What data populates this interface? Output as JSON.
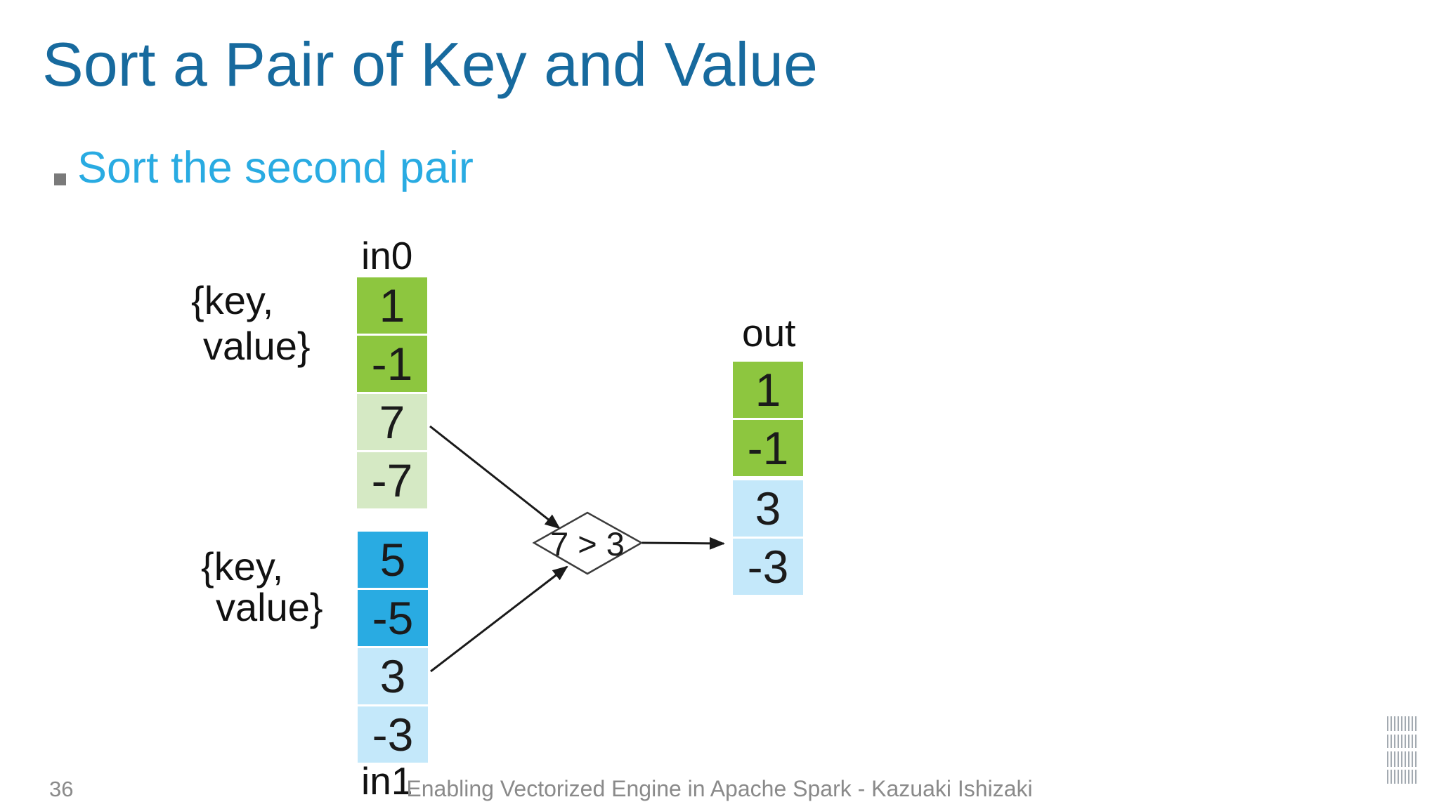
{
  "slide": {
    "title": "Sort a Pair of Key and Value",
    "bullet": "Sort the second pair",
    "page_number": "36",
    "footer": "Enabling Vectorized Engine in Apache Spark - Kazuaki Ishizaki",
    "logo_icon": "ibm-logo",
    "bullet_marker_icon": "square-bullet-icon"
  },
  "diagram": {
    "in0": {
      "label": "in0",
      "pair_label": [
        "{key,",
        "value}"
      ],
      "cells": [
        {
          "value": "1",
          "tone": "green"
        },
        {
          "value": "-1",
          "tone": "green"
        },
        {
          "value": "7",
          "tone": "green-light"
        },
        {
          "value": "-7",
          "tone": "green-light"
        }
      ]
    },
    "in1": {
      "label": "in1",
      "pair_label": [
        "{key,",
        "value}"
      ],
      "cells": [
        {
          "value": "5",
          "tone": "blue"
        },
        {
          "value": "-5",
          "tone": "blue"
        },
        {
          "value": "3",
          "tone": "blue-light"
        },
        {
          "value": "-3",
          "tone": "blue-light"
        }
      ]
    },
    "out": {
      "label": "out",
      "cells": [
        {
          "value": "1",
          "tone": "green"
        },
        {
          "value": "-1",
          "tone": "green"
        },
        {
          "value": "3",
          "tone": "blue-light"
        },
        {
          "value": "-3",
          "tone": "blue-light"
        }
      ]
    },
    "comparison_label": "7 > 3"
  },
  "colors": {
    "title_blue": "#176a9e",
    "accent_cyan": "#29abe2",
    "key_green": "#8dc63f",
    "value_green_light": "#d5e9c4",
    "key_blue": "#29abe2",
    "value_blue_light": "#c4e8fa",
    "footer_gray": "#8a8a8a",
    "bullet_marker_gray": "#7a7a7a"
  }
}
